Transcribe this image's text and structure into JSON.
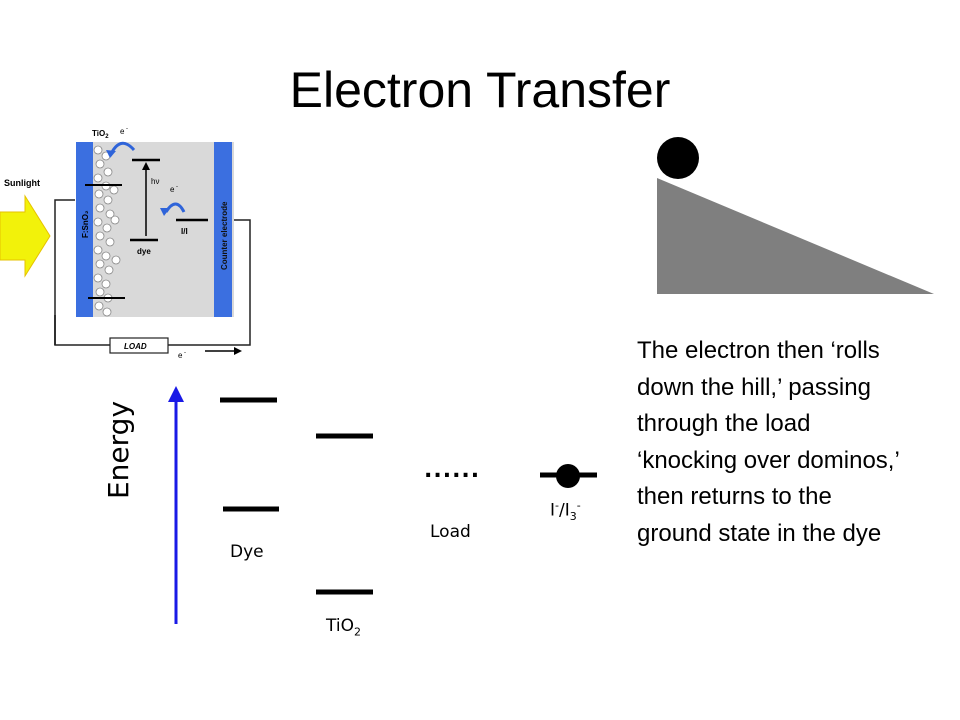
{
  "title": "Electron Transfer",
  "cell": {
    "sunlight": "Sunlight",
    "tio2": "TiO",
    "tio2_sub": "2",
    "e_minus": "e",
    "hv": "hν",
    "dye": "dye",
    "redox_couple": "I/I",
    "fsno2": "F:SnO₂",
    "counter_electrode": "Counter electrode",
    "load": "LOAD"
  },
  "energy": {
    "axis_label": "Energy",
    "dye_label": "Dye",
    "tio2_label": "TiO",
    "tio2_sub": "2",
    "load_label": "Load",
    "load_dots": "......",
    "redox_label_a": "I",
    "redox_label_b": "/I",
    "redox_sub": "3",
    "redox_sup": "-"
  },
  "description": "The electron then ‘rolls down the hill,’ passing through the load ‘knocking over dominos,’ then returns to the ground state in the dye",
  "colors": {
    "electrode_blue": "#3b6fe0",
    "cell_gray": "#d9d9d9",
    "sun_arrow": "#f2f20a",
    "energy_arrow": "#1a1ae6",
    "hill_gray": "#7f7f7f"
  }
}
